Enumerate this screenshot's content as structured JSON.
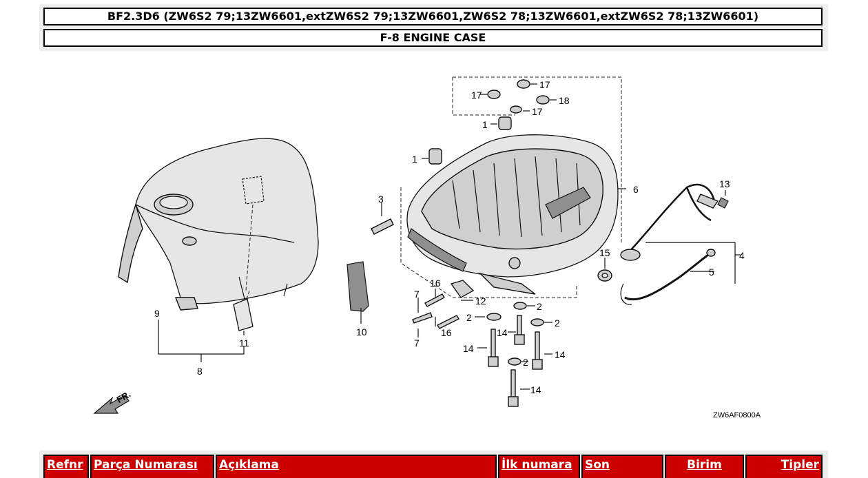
{
  "header": {
    "model_title": "BF2.3D6 (ZW6S2 79;13ZW6601,extZW6S2 79;13ZW6601,ZW6S2 78;13ZW6601,extZW6S2 78;13ZW6601)",
    "section_title": "F-8 ENGINE CASE"
  },
  "diagram": {
    "callouts": [
      "1",
      "1",
      "2",
      "2",
      "2",
      "2",
      "3",
      "4",
      "5",
      "6",
      "7",
      "7",
      "8",
      "9",
      "10",
      "11",
      "12",
      "13",
      "14",
      "14",
      "14",
      "14",
      "15",
      "16",
      "16",
      "17",
      "17",
      "17",
      "18"
    ],
    "direction_label": "FR.",
    "drawing_code": "ZW6AF0800A"
  },
  "table": {
    "columns": [
      "Refnr",
      "Parça Numarası",
      "Açıklama",
      "İlk numara",
      "Son",
      "Birim",
      "Tipler"
    ]
  },
  "colors": {
    "header_bg": "#cc0000",
    "header_text": "#ffffff",
    "panel_bg": "#eeeeee"
  }
}
